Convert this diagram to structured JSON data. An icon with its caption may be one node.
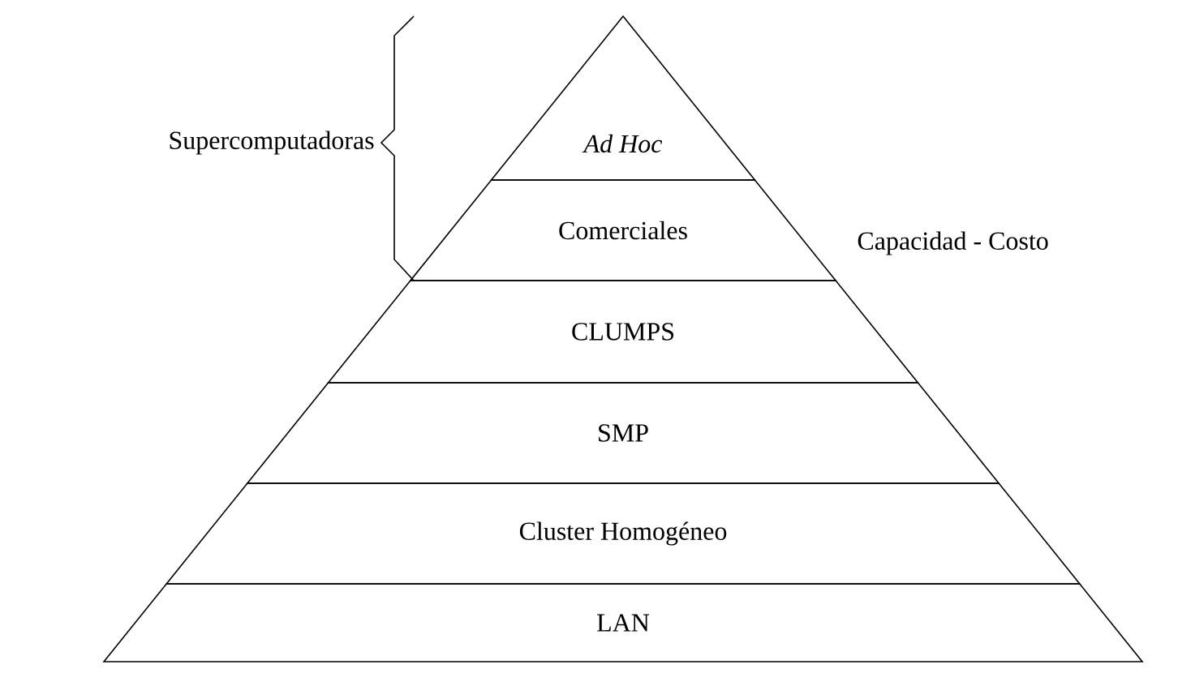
{
  "diagram": {
    "nodes": [
      {
        "text": [
          "Ad Hoc"
        ]
      },
      {
        "text": [
          "Comerciales"
        ]
      },
      {
        "text": [
          "CLUMPS"
        ]
      },
      {
        "text": [
          "SMP"
        ]
      },
      {
        "text": [
          "Cluster Homogéneo"
        ]
      },
      {
        "text": [
          "LAN"
        ]
      }
    ],
    "labels": [
      "Supercomputadoras",
      "Capacidad - Costo"
    ]
  }
}
